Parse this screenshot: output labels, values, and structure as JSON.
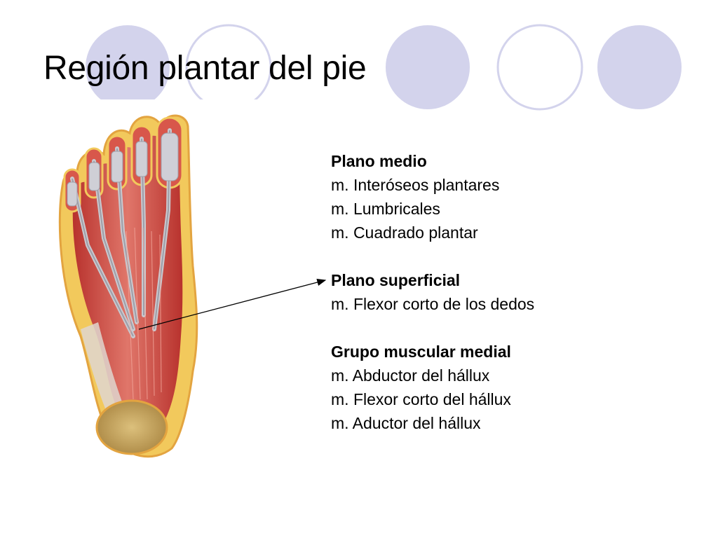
{
  "slide": {
    "title": "Región plantar del pie",
    "groups": [
      {
        "heading": "Plano medio",
        "items": [
          "m. Interóseos plantares",
          "m. Lumbricales",
          "m. Cuadrado plantar"
        ]
      },
      {
        "heading": "Plano superficial",
        "items": [
          "m. Flexor corto de los dedos"
        ]
      },
      {
        "heading": "Grupo muscular medial",
        "items": [
          "m. Abductor del hállux",
          "m. Flexor corto del hállux",
          "m. Aductor del hállux"
        ]
      }
    ]
  },
  "theme": {
    "circle_fill": "#d3d3ec",
    "circle_stroke": "#d3d3ec",
    "muscle_red": "#c8423a",
    "fat_yellow": "#f0c654",
    "tendon_gray": "#c9c9cf",
    "heel_tan": "#c9a65e"
  }
}
